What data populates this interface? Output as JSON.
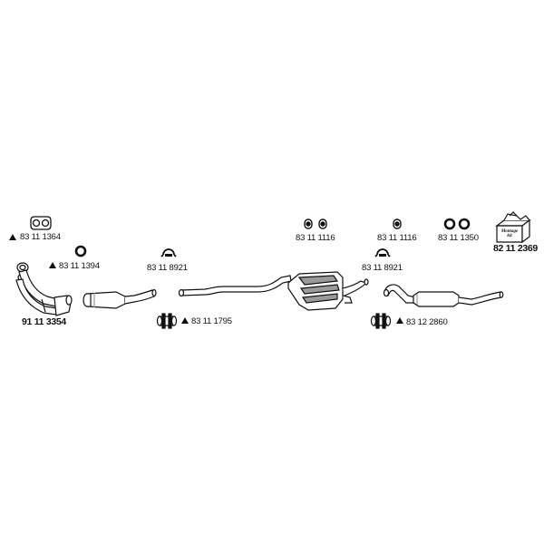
{
  "parts": {
    "gasket_top_left": "83 11 1364",
    "ring_left": "83 11 1394",
    "front_pipe": "91 11 3354",
    "clamp_cat": "83 11 8921",
    "connector_1": "83 11 1795",
    "rubber_mount_1": "83 11 1116",
    "rubber_mount_2": "83 11 1116",
    "clamp_right": "83 11 8921",
    "connector_2": "83 12 2860",
    "rubber_rings": "83 11 1350",
    "mounting_kit": "82 11 2369"
  },
  "kit_box": {
    "line1": "Montage",
    "line2": "kit"
  },
  "colors": {
    "stroke": "#111111",
    "fill": "#ffffff",
    "shade": "#9a9a9a"
  }
}
